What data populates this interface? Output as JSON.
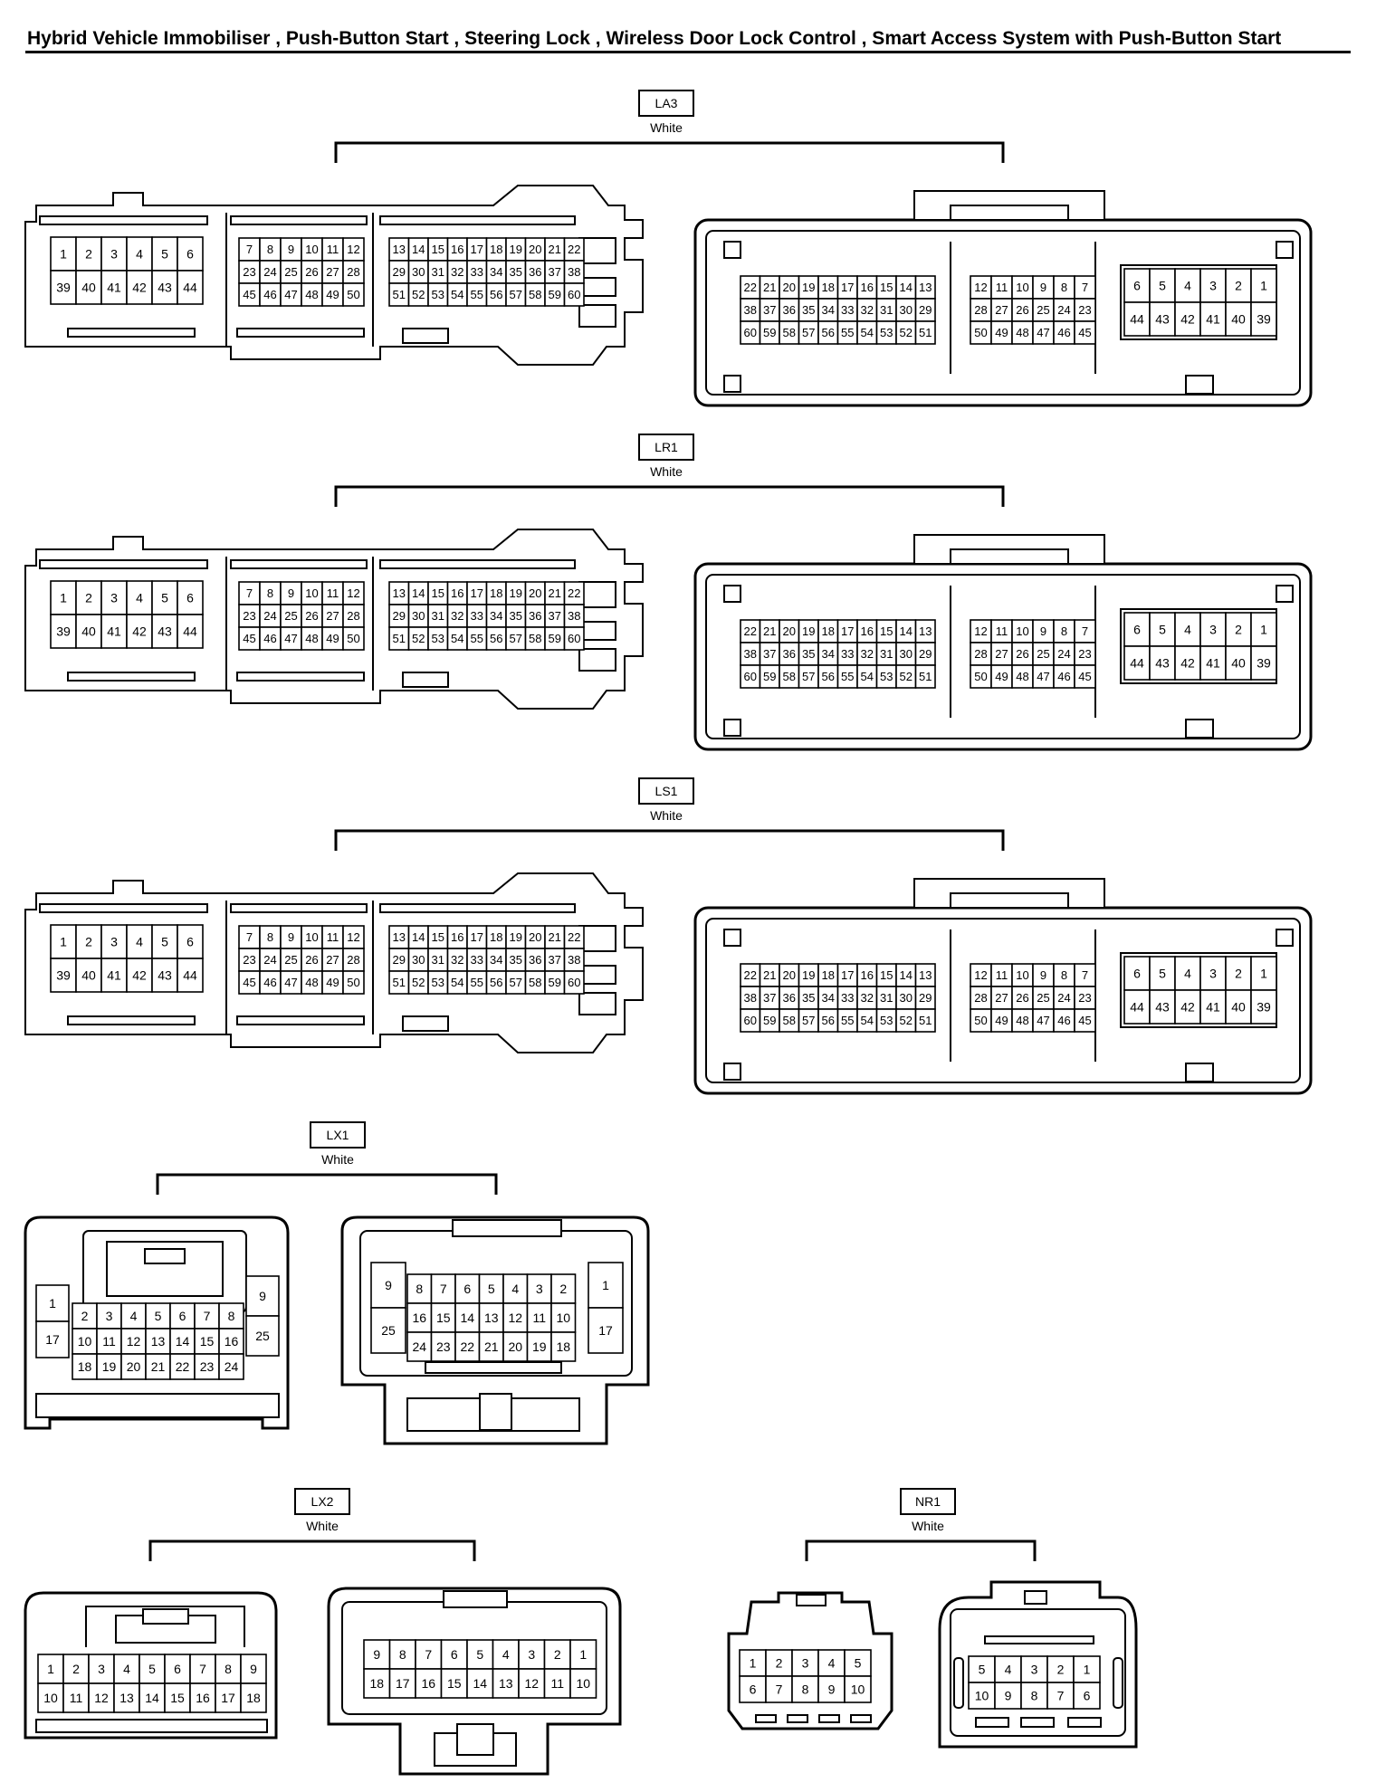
{
  "title": "Hybrid Vehicle Immobiliser , Push-Button Start , Steering Lock , Wireless Door Lock Control , Smart Access System with Push-Button Start",
  "connectors": [
    {
      "code": "LA3",
      "color": "White"
    },
    {
      "code": "LR1",
      "color": "White"
    },
    {
      "code": "LS1",
      "color": "White"
    },
    {
      "code": "LX1",
      "color": "White"
    },
    {
      "code": "LX2",
      "color": "White"
    },
    {
      "code": "NR1",
      "color": "White"
    }
  ],
  "pinouts": {
    "ecu_plug": [
      [
        [
          "1",
          "2",
          "3",
          "4",
          "5",
          "6"
        ],
        [
          "39",
          "40",
          "41",
          "42",
          "43",
          "44"
        ]
      ],
      [
        [
          "7",
          "8",
          "9",
          "10",
          "11",
          "12"
        ],
        [
          "23",
          "24",
          "25",
          "26",
          "27",
          "28"
        ],
        [
          "45",
          "46",
          "47",
          "48",
          "49",
          "50"
        ]
      ],
      [
        [
          "13",
          "14",
          "15",
          "16",
          "17",
          "18",
          "19",
          "20",
          "21",
          "22"
        ],
        [
          "29",
          "30",
          "31",
          "32",
          "33",
          "34",
          "35",
          "36",
          "37",
          "38"
        ],
        [
          "51",
          "52",
          "53",
          "54",
          "55",
          "56",
          "57",
          "58",
          "59",
          "60"
        ]
      ]
    ],
    "ecu_socket": [
      [
        [
          "22",
          "21",
          "20",
          "19",
          "18",
          "17",
          "16",
          "15",
          "14",
          "13"
        ],
        [
          "38",
          "37",
          "36",
          "35",
          "34",
          "33",
          "32",
          "31",
          "30",
          "29"
        ],
        [
          "60",
          "59",
          "58",
          "57",
          "56",
          "55",
          "54",
          "53",
          "52",
          "51"
        ]
      ],
      [
        [
          "12",
          "11",
          "10",
          "9",
          "8",
          "7"
        ],
        [
          "28",
          "27",
          "26",
          "25",
          "24",
          "23"
        ],
        [
          "50",
          "49",
          "48",
          "47",
          "46",
          "45"
        ]
      ],
      [
        [
          "6",
          "5",
          "4",
          "3",
          "2",
          "1"
        ],
        [
          "44",
          "43",
          "42",
          "41",
          "40",
          "39"
        ]
      ]
    ],
    "lx1_plug": {
      "left": [
        "1",
        "17"
      ],
      "center": [
        [
          "2",
          "3",
          "4",
          "5",
          "6",
          "7",
          "8"
        ],
        [
          "10",
          "11",
          "12",
          "13",
          "14",
          "15",
          "16"
        ],
        [
          "18",
          "19",
          "20",
          "21",
          "22",
          "23",
          "24"
        ]
      ],
      "right": [
        "9",
        "25"
      ]
    },
    "lx1_socket": {
      "left": [
        "9",
        "25"
      ],
      "center": [
        [
          "8",
          "7",
          "6",
          "5",
          "4",
          "3",
          "2"
        ],
        [
          "16",
          "15",
          "14",
          "13",
          "12",
          "11",
          "10"
        ],
        [
          "24",
          "23",
          "22",
          "21",
          "20",
          "19",
          "18"
        ]
      ],
      "right": [
        "1",
        "17"
      ]
    },
    "lx2_plug": [
      [
        "1",
        "2",
        "3",
        "4",
        "5",
        "6",
        "7",
        "8",
        "9"
      ],
      [
        "10",
        "11",
        "12",
        "13",
        "14",
        "15",
        "16",
        "17",
        "18"
      ]
    ],
    "lx2_socket": [
      [
        "9",
        "8",
        "7",
        "6",
        "5",
        "4",
        "3",
        "2",
        "1"
      ],
      [
        "18",
        "17",
        "16",
        "15",
        "14",
        "13",
        "12",
        "11",
        "10"
      ]
    ],
    "nr1_plug": [
      [
        "1",
        "2",
        "3",
        "4",
        "5"
      ],
      [
        "6",
        "7",
        "8",
        "9",
        "10"
      ]
    ],
    "nr1_socket": [
      [
        "5",
        "4",
        "3",
        "2",
        "1"
      ],
      [
        "10",
        "9",
        "8",
        "7",
        "6"
      ]
    ]
  }
}
